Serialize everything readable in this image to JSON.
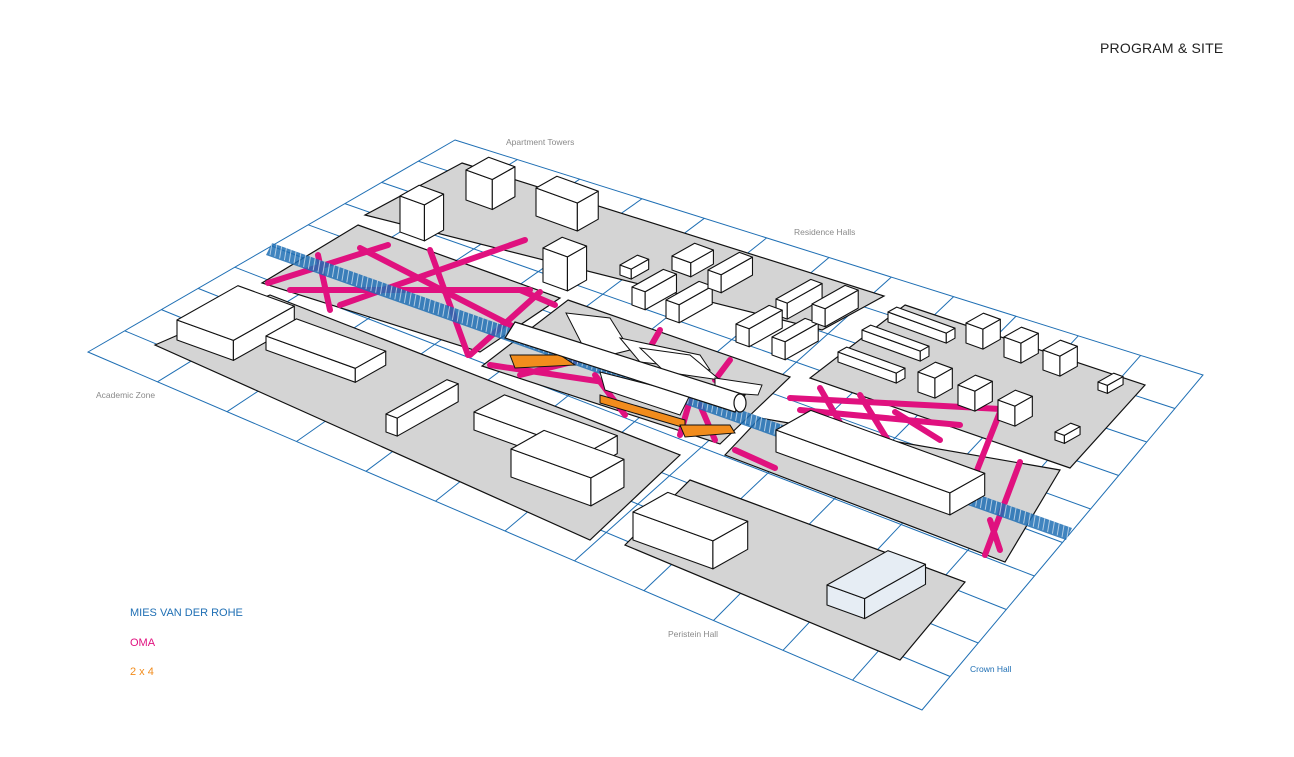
{
  "title": "PROGRAM & SITE",
  "labels": {
    "apartment_towers": "Apartment Towers",
    "residence_halls": "Residence Halls",
    "academic_zone": "Academic Zone",
    "peristein_hall": "Peristein Hall",
    "crown_hall": "Crown Hall"
  },
  "legend": {
    "mies": "MIES VAN DER ROHE",
    "oma": "OMA",
    "two_by_four": "2 x 4"
  },
  "colors": {
    "mies_grid": "#1f6fb4",
    "oma_paths": "#e0117f",
    "two_by_four": "#f28c1c",
    "block_gray": "#d4d4d4",
    "building": "#ffffff",
    "crown_hall": "#e6edf4"
  }
}
